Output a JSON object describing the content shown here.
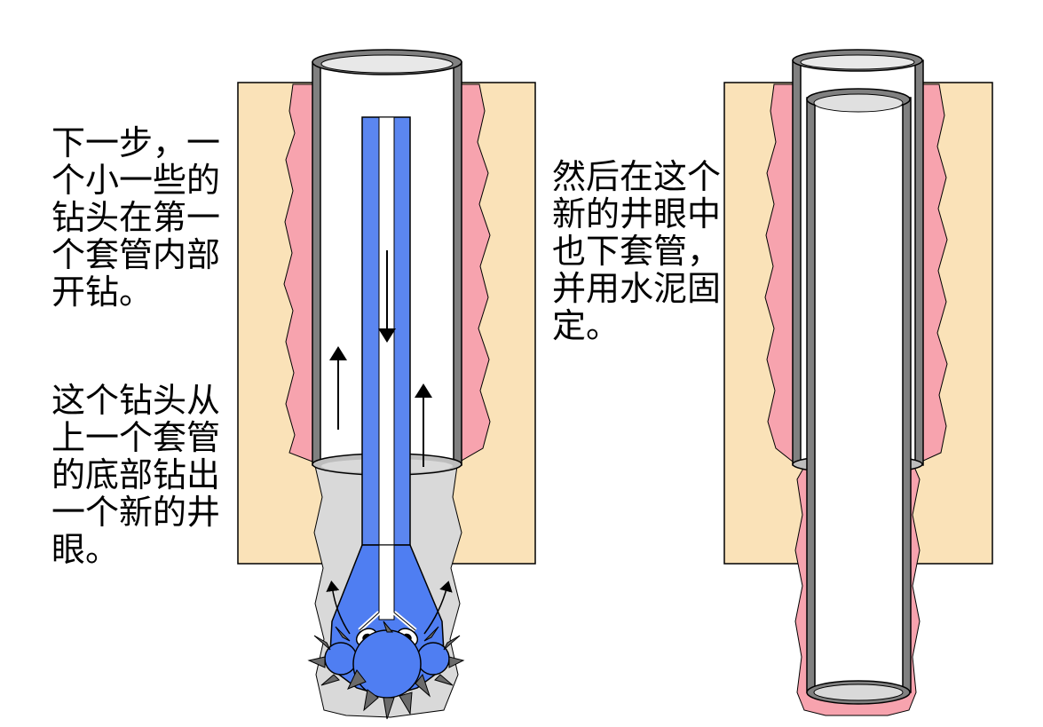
{
  "text": {
    "left_para_1": [
      "下一步，一",
      "个小一些的",
      "钻头在第一",
      "个套管内部",
      "开钻。"
    ],
    "left_para_2": [
      "这个钻头从",
      "上一个套管",
      "的底部钻出",
      "一个新的井",
      "眼。"
    ],
    "right_para": [
      "然后在这个",
      "新的井眼中",
      "也下套管，",
      "并用水泥固",
      "定。"
    ]
  },
  "colors": {
    "formation": "#fae2b8",
    "cement": "#f7a3ae",
    "open_hole": "#d9d9d9",
    "casing_wall": "#808080",
    "drill_pipe": "#5b86f0",
    "drill_bit": "#4f7ef2",
    "bit_teeth": "#6b6b6b",
    "outline": "#000000"
  }
}
